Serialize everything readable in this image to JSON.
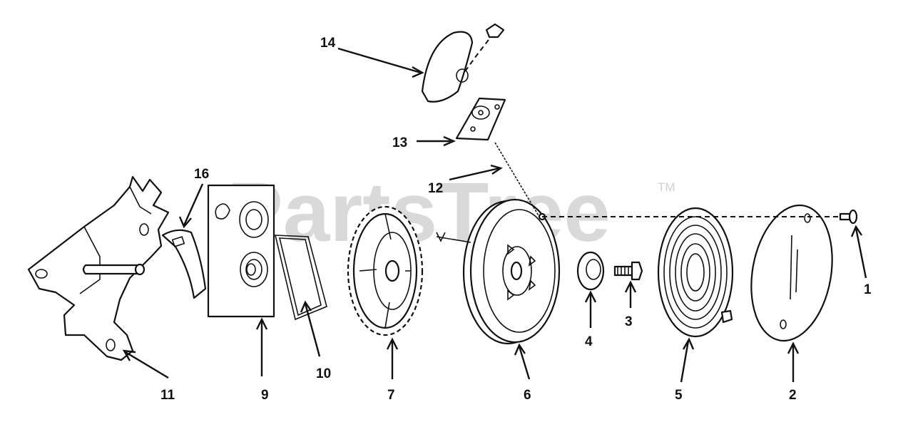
{
  "watermark": {
    "text": "PartsTree",
    "trademark": "TM"
  },
  "callouts": [
    {
      "id": "1",
      "label": "1",
      "part": "screw"
    },
    {
      "id": "2",
      "label": "2",
      "part": "cover-plate"
    },
    {
      "id": "3",
      "label": "3",
      "part": "bolt"
    },
    {
      "id": "4",
      "label": "4",
      "part": "bushing"
    },
    {
      "id": "5",
      "label": "5",
      "part": "rewind-spring"
    },
    {
      "id": "6",
      "label": "6",
      "part": "pulley"
    },
    {
      "id": "7",
      "label": "7",
      "part": "gear"
    },
    {
      "id": "9",
      "label": "9",
      "part": "plate-kit"
    },
    {
      "id": "10",
      "label": "10",
      "part": "spring-clip"
    },
    {
      "id": "11",
      "label": "11",
      "part": "bracket"
    },
    {
      "id": "12",
      "label": "12",
      "part": "rope"
    },
    {
      "id": "13",
      "label": "13",
      "part": "rope-guide"
    },
    {
      "id": "14",
      "label": "14",
      "part": "handle"
    },
    {
      "id": "16",
      "label": "16",
      "part": "pawl"
    }
  ]
}
